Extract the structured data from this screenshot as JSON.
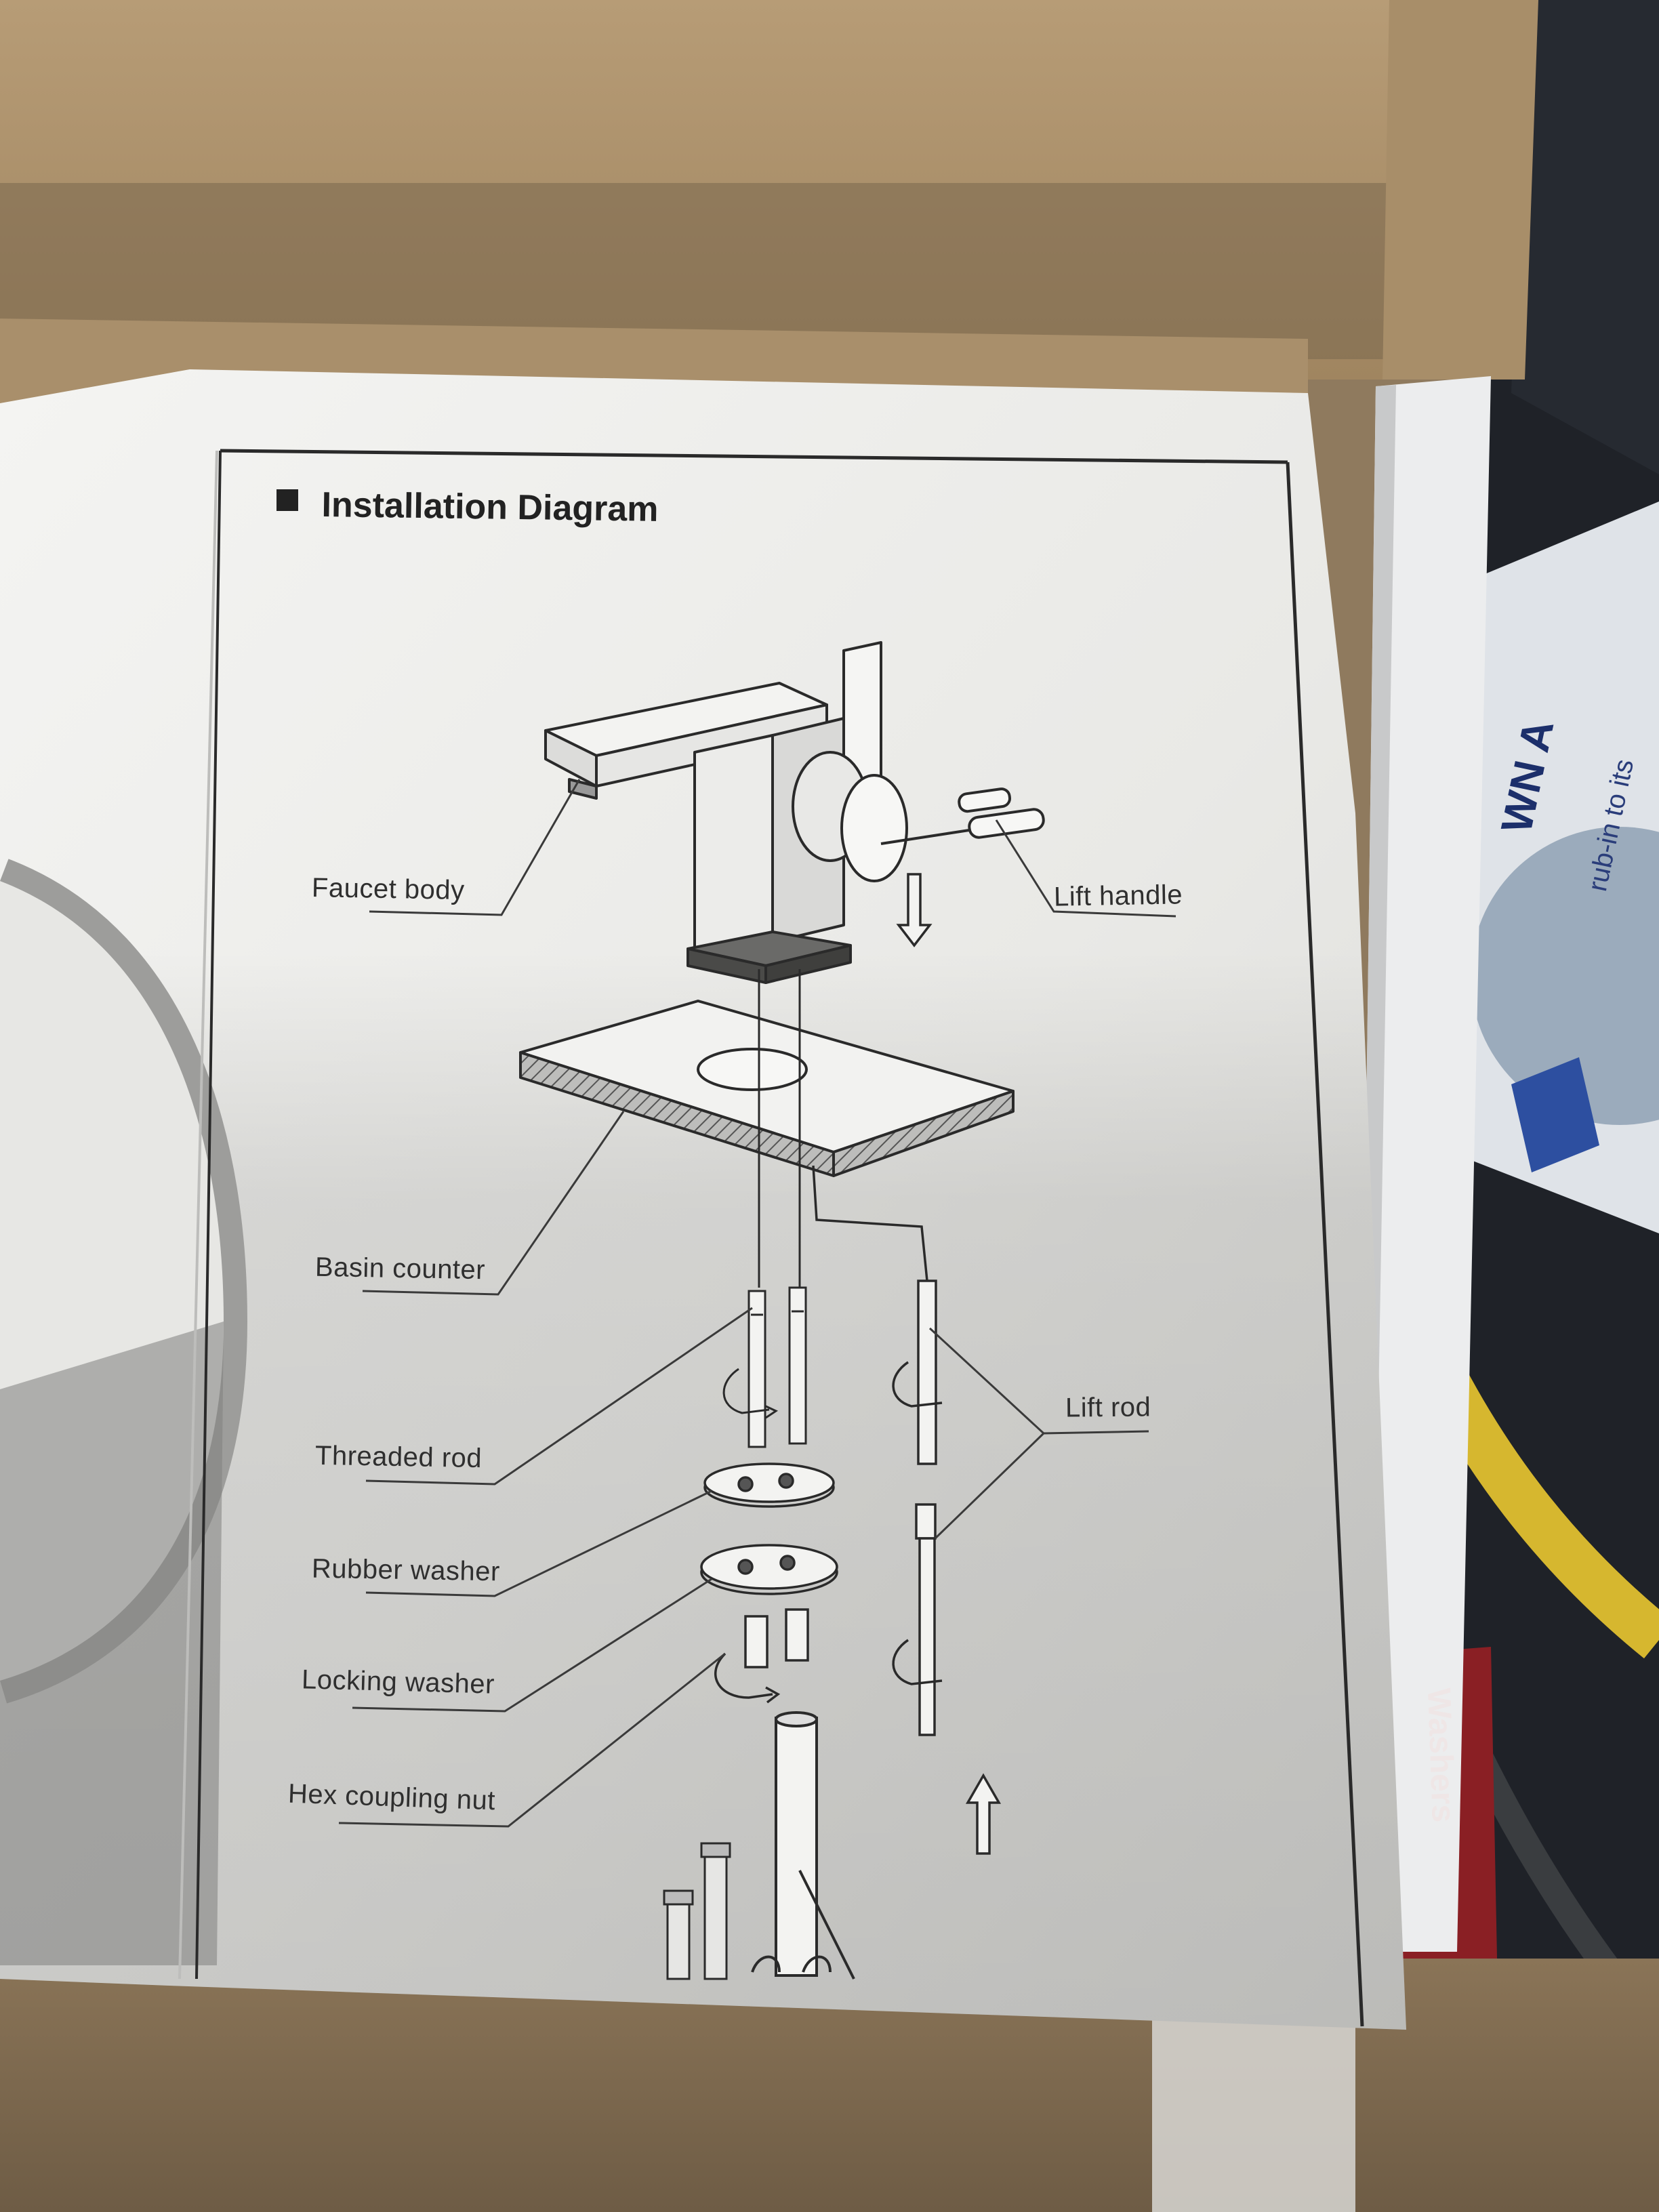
{
  "manual": {
    "heading": "Installation Diagram",
    "callouts": {
      "faucet_body": "Faucet body",
      "lift_handle": "Lift handle",
      "basin_counter": "Basin counter",
      "threaded_rod": "Threaded rod",
      "lift_rod": "Lift rod",
      "rubber_washer": "Rubber washer",
      "locking_washer": "Locking washer",
      "hex_coupling_nut": "Hex coupling nut"
    }
  },
  "background_print": {
    "box_text_1": "WN A",
    "box_text_2": "rub-in to its",
    "washers_label": "Washers"
  },
  "colors": {
    "cardboard": "#b39a76",
    "cardboard_dark": "#7d6a50",
    "paper": "#f1f1ef",
    "paper_shadow": "#c9c9c6",
    "ink": "#2a2a2a",
    "washers_red": "#8a1f24",
    "hose_yellow": "#d6b72f"
  }
}
